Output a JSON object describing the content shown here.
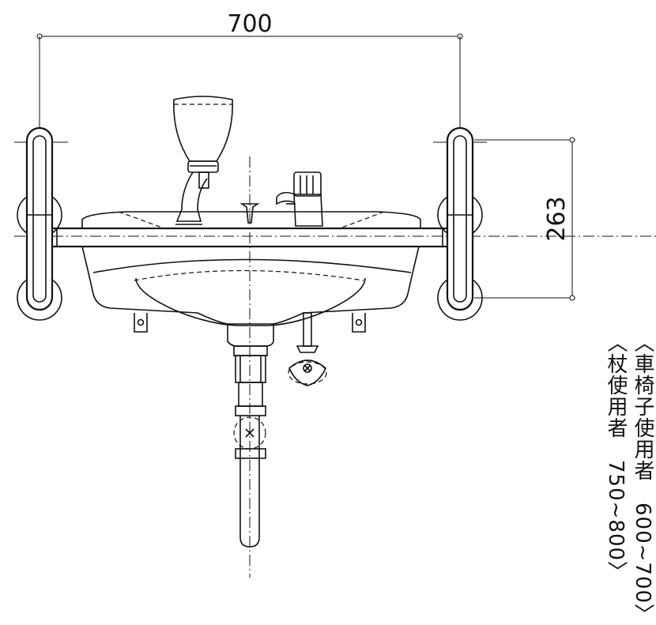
{
  "dimensions": {
    "width_label": "700",
    "height_label": "263"
  },
  "notes": {
    "cane_user": "〈杖使用者　750~800〉",
    "wheelchair_user": "〈車椅子使用者　600~700〉"
  }
}
